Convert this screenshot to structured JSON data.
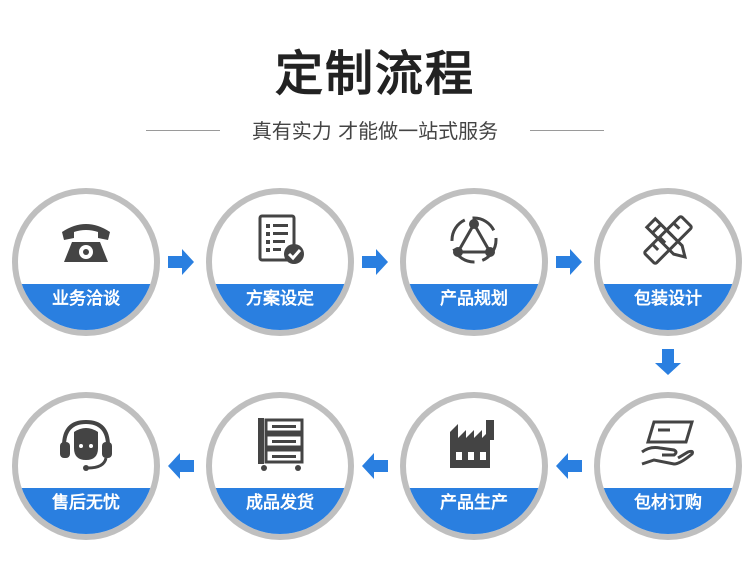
{
  "title": "定制流程",
  "subtitle": "真有实力 才能做一站式服务",
  "steps": [
    {
      "label": "业务洽谈",
      "icon": "telephone-icon"
    },
    {
      "label": "方案设定",
      "icon": "document-check-icon"
    },
    {
      "label": "产品规划",
      "icon": "network-triangle-icon"
    },
    {
      "label": "包装设计",
      "icon": "pencil-ruler-icon"
    },
    {
      "label": "包材订购",
      "icon": "hand-card-icon"
    },
    {
      "label": "产品生产",
      "icon": "factory-icon"
    },
    {
      "label": "成品发货",
      "icon": "cabinet-cart-icon"
    },
    {
      "label": "售后无忧",
      "icon": "headset-icon"
    }
  ],
  "colors": {
    "accent": "#2a7fe0",
    "icon": "#444444",
    "ring": "#bfbfbf",
    "title": "#222222"
  }
}
